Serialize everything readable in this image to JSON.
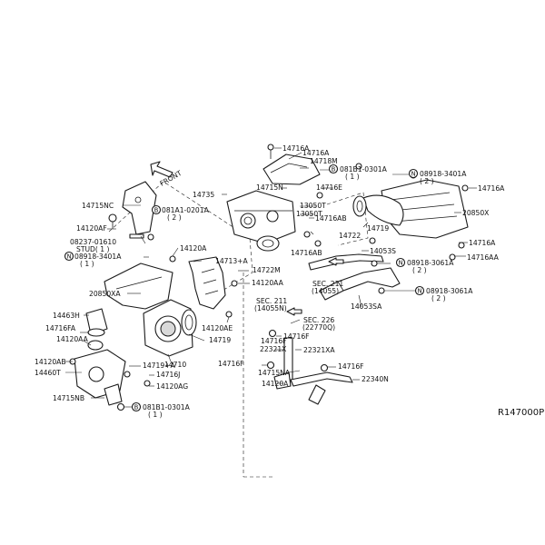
{
  "diagram": {
    "reference_code": "R147000P",
    "front_label": "FRONT",
    "circle_prefix_b": "B",
    "circle_prefix_n": "N",
    "labels": {
      "l14716A_top": "14716A",
      "l14716A_b": "14716A",
      "l14718M": "14718M",
      "l081B1_0301A_top": "081B1-0301A",
      "l081B1_0301A_top_qty": "( 1 )",
      "l08918_3401A_right": "08918-3401A",
      "l08918_3401A_right_qty": "( 2 )",
      "l14716A_r1": "14716A",
      "l14715NC": "14715NC",
      "l081A1_0201A": "081A1-0201A",
      "l081A1_0201A_qty": "( 2 )",
      "l14735": "14735",
      "l14715N": "14715N",
      "l14716E": "14716E",
      "l13050T_a": "13050T",
      "l13050T_b": "13050T",
      "l14716AB_a": "14716AB",
      "l14719": "14719",
      "l20850X": "20850X",
      "l14120AF": "14120AF",
      "l14722": "14722",
      "l08237_01610": "08237-01610",
      "l08237_stud": "STUD( 1 )",
      "l08918_3401A_left": "08918-3401A",
      "l08918_3401A_left_qty": "( 1 )",
      "l14716AB_b": "14716AB",
      "l14053S": "14053S",
      "l14716A_r2": "14716A",
      "l14716AA_r": "14716AA",
      "l14120A": "14120A",
      "l14713A": "14713+A",
      "l08918_3061A_a": "08918-3061A",
      "l08918_3061A_a_qty": "( 2 )",
      "l14722M": "14722M",
      "l14120AA_mid": "14120AA",
      "l20850XA": "20850XA",
      "l sec211a": "SEC. 211",
      "sec211a": "SEC. 211",
      "sec211a_sub": "(14055)",
      "l08918_3061A_b": "08918-3061A",
      "l08918_3061A_b_qty": "( 2 )",
      "sec211b": "SEC. 211",
      "sec211b_sub": "(14055N)",
      "l14053SA": "14053SA",
      "l14463H": "14463H",
      "l14716FA": "14716FA",
      "l14120AE": "14120AE",
      "sec226": "SEC. 226",
      "sec226_sub": "(22770Q)",
      "l14120AA_left": "14120AA",
      "l14719_b": "14719",
      "l14716F_a": "14716F",
      "l22321X": "22321X",
      "l22321XA": "22321XA",
      "l14120AB": "14120AB",
      "l14460T": "14460T",
      "l14719A": "14719+A",
      "l14710": "14710",
      "l14716F_b": "14716F",
      "l14716F_c": "14716F",
      "l14716J": "14716J",
      "l14715NA": "14715NA",
      "l14120AG": "14120AG",
      "l22340N": "22340N",
      "l14120A_b": "14120A",
      "l14715NB": "14715NB",
      "l081B1_0301A_bot": "081B1-0301A",
      "l081B1_0301A_bot_qty": "( 1 )"
    }
  }
}
